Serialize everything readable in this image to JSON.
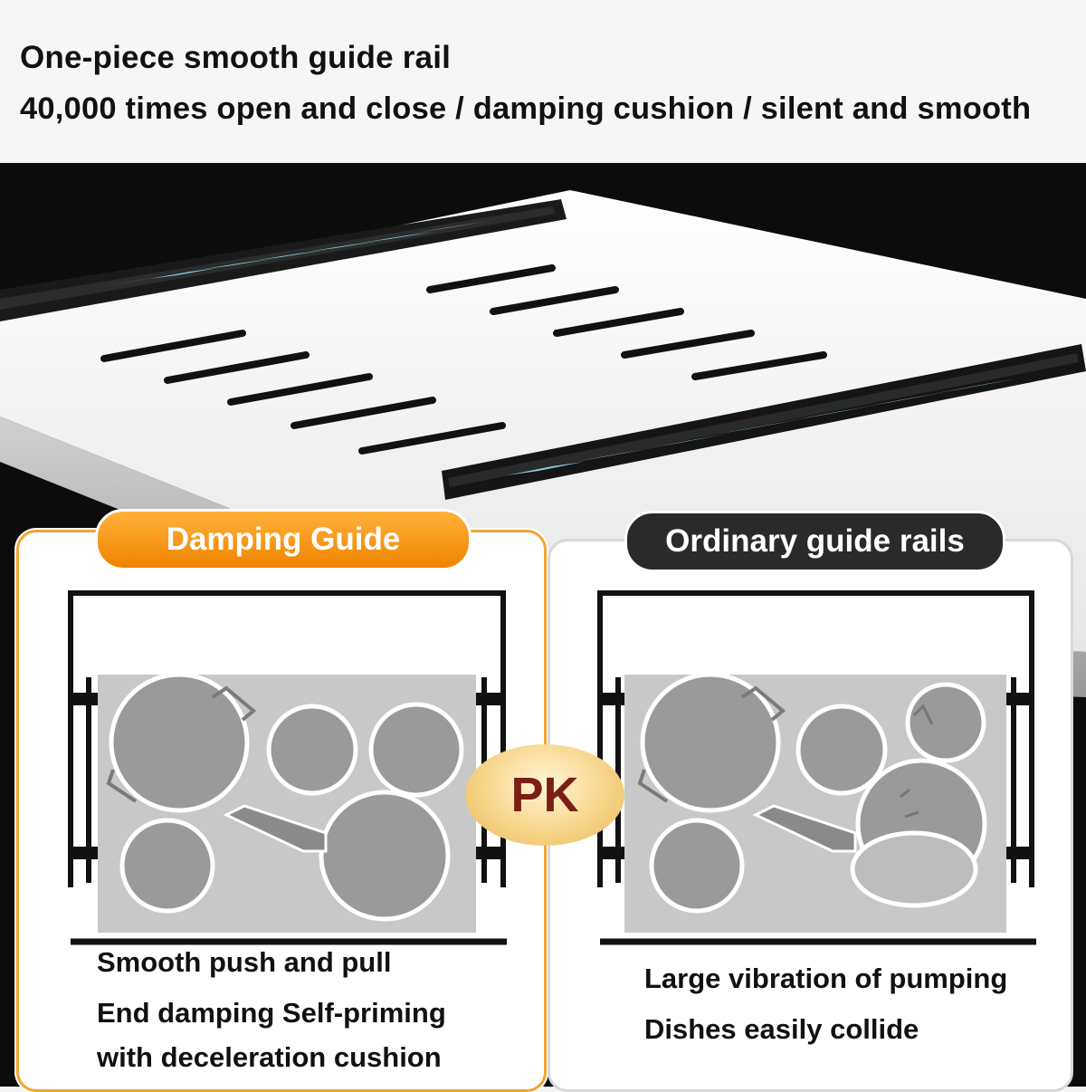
{
  "header": {
    "line1": "One-piece smooth guide rail",
    "line2": "40,000 times open and close / damping cushion / silent and smooth"
  },
  "left_panel": {
    "title": "Damping Guide",
    "caption1": "Smooth push and pull",
    "caption2": "End damping Self-priming",
    "caption3": "with deceleration cushion"
  },
  "right_panel": {
    "title": "Ordinary guide rails",
    "caption1": "Large vibration of pumping",
    "caption2": "Dishes easily collide"
  },
  "badge": {
    "label": "PK"
  },
  "colors": {
    "accent": "#f08a10",
    "dark": "#2a2a2a",
    "rail_glow": "#7fd8f0"
  }
}
